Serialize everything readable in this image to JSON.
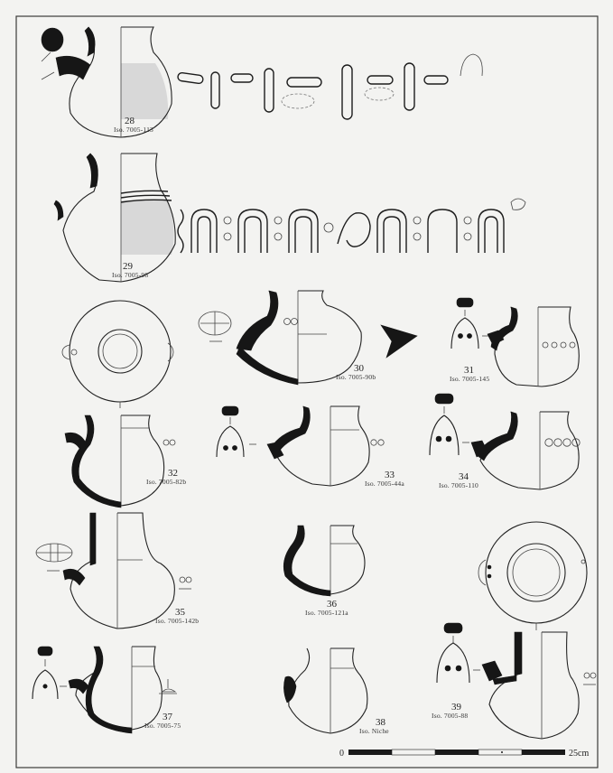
{
  "vessels": [
    {
      "num": "28",
      "reg": "Iso. 7005-113"
    },
    {
      "num": "29",
      "reg": "Iso. 7005-98"
    },
    {
      "num": "30",
      "reg": "Iso. 7005-90b"
    },
    {
      "num": "31",
      "reg": "Iso. 7005-145"
    },
    {
      "num": "32",
      "reg": "Iso. 7005-82b"
    },
    {
      "num": "33",
      "reg": "Iso. 7005-44a"
    },
    {
      "num": "34",
      "reg": "Iso. 7005-110"
    },
    {
      "num": "35",
      "reg": "Iso. 7005-142b"
    },
    {
      "num": "36",
      "reg": "Iso. 7005-121a"
    },
    {
      "num": "37",
      "reg": "Iso. 7005-75"
    },
    {
      "num": "38",
      "reg": "Iso. Niche"
    },
    {
      "num": "39",
      "reg": "Iso. 7005-88"
    }
  ],
  "scale": {
    "start": "0",
    "end": "25cm"
  }
}
